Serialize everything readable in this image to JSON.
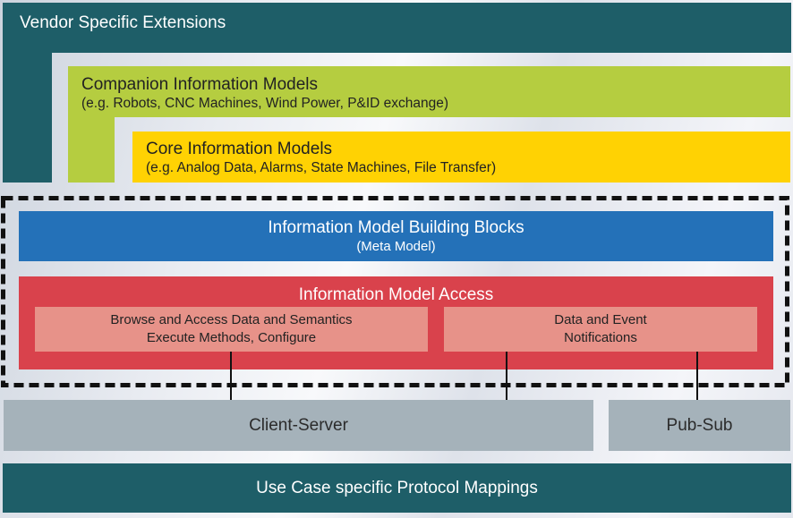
{
  "colors": {
    "teal": "#1E5E68",
    "green": "#B5CD40",
    "yellow": "#FFD203",
    "blue": "#2471B8",
    "red": "#D9424C",
    "pink": "#E79289",
    "gray": "#A5B2BA",
    "dark_text": "#222222",
    "line": "#111111"
  },
  "layers": {
    "vendor": {
      "title": "Vendor Specific Extensions"
    },
    "companion": {
      "title": "Companion Information Models",
      "subtitle": "(e.g. Robots, CNC Machines, Wind Power, P&ID exchange)"
    },
    "core": {
      "title": "Core Information Models",
      "subtitle": "(e.g. Analog Data, Alarms, State Machines, File Transfer)"
    },
    "building_blocks": {
      "title": "Information Model Building Blocks",
      "subtitle": "(Meta Model)"
    },
    "access": {
      "title": "Information Model Access",
      "boxes": [
        {
          "line1": "Browse and Access Data and Semantics",
          "line2": "Execute Methods, Configure"
        },
        {
          "line1": "Data and Event",
          "line2": "Notifications"
        }
      ]
    },
    "transports": [
      {
        "label": "Client-Server"
      },
      {
        "label": "Pub-Sub"
      }
    ],
    "mappings": {
      "title": "Use Case specific Protocol Mappings"
    }
  }
}
